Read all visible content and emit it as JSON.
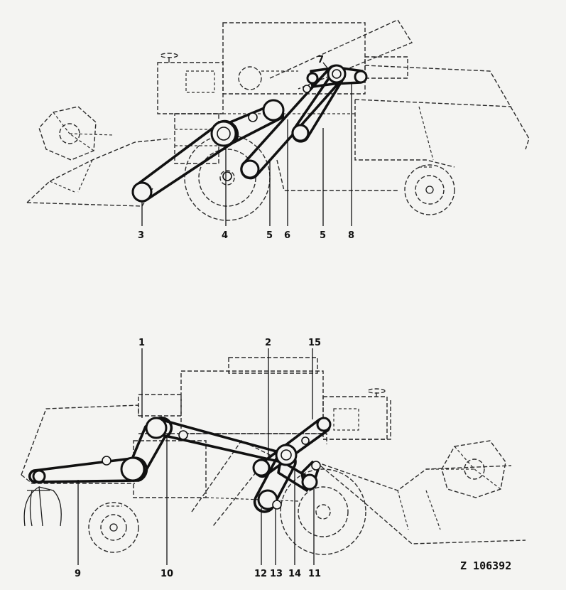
{
  "top_view": {
    "callouts": [
      "3",
      "4",
      "5",
      "6",
      "5",
      "8",
      "7"
    ]
  },
  "bottom_view": {
    "callouts": [
      "1",
      "2",
      "15",
      "9",
      "10",
      "12",
      "13",
      "14",
      "11"
    ]
  },
  "reference_code": "Z 106392"
}
